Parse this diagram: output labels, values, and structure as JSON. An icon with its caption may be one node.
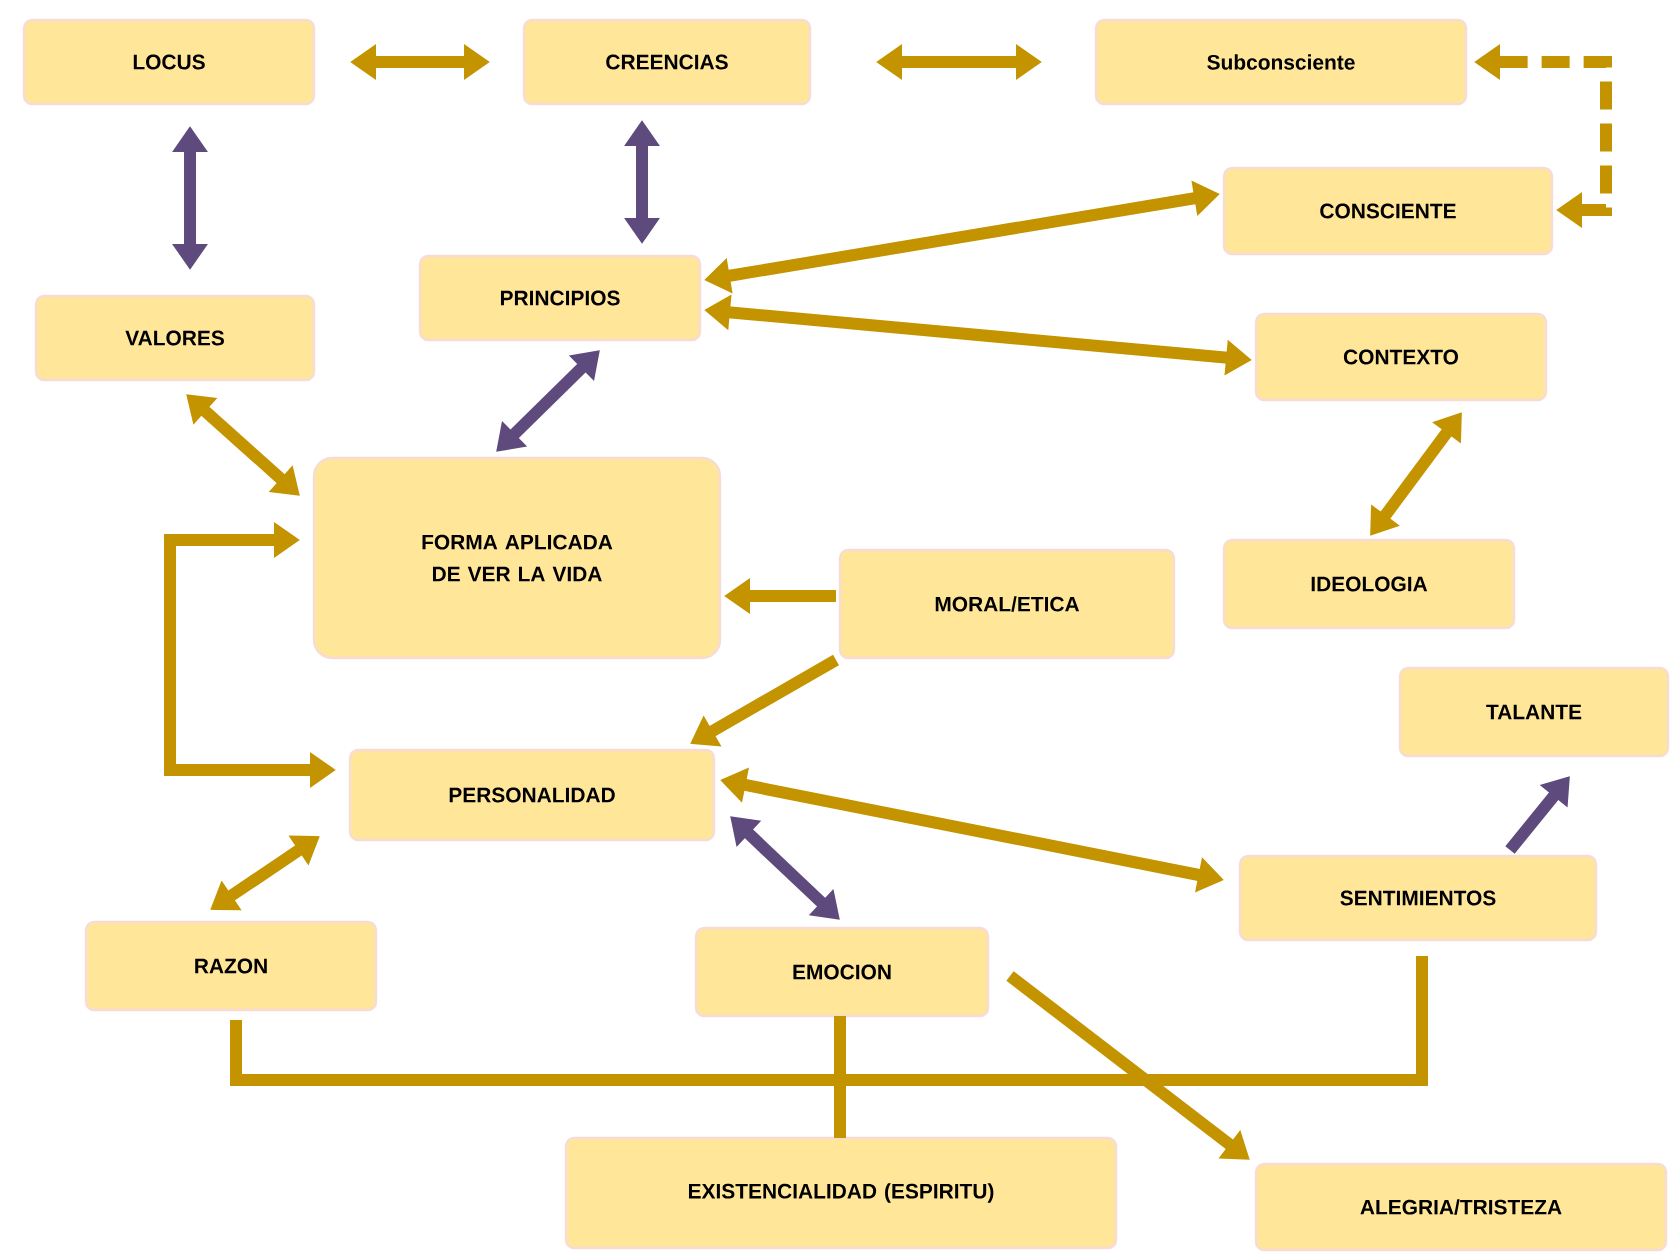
{
  "diagram": {
    "nodes": [
      {
        "text": [
          "LOCUS"
        ]
      },
      {
        "text": [
          "CREENCIAS"
        ]
      },
      {
        "text": [
          "Subconsciente"
        ]
      },
      {
        "text": [
          "CONSCIENTE"
        ]
      },
      {
        "text": [
          "VALORES"
        ]
      },
      {
        "text": [
          "PRINCIPIOS"
        ]
      },
      {
        "text": [
          "CONTEXTO"
        ]
      },
      {
        "text": [
          "FORMA APLICADA DE VER LA VIDA"
        ]
      },
      {
        "text": [
          "MORAL/ETICA"
        ]
      },
      {
        "text": [
          "IDEOLOGIA"
        ]
      },
      {
        "text": [
          "TALANTE"
        ]
      },
      {
        "text": [
          "PERSONALIDAD"
        ]
      },
      {
        "text": [
          "SENTIMIENTOS"
        ]
      },
      {
        "text": [
          "RAZON"
        ]
      },
      {
        "text": [
          "EMOCION"
        ]
      },
      {
        "text": [
          "EXISTENCIALIDAD (ESPIRITU)"
        ]
      },
      {
        "text": [
          "ALEGRIA/TRISTEZA"
        ]
      }
    ],
    "edges": [
      {
        "from": 0,
        "to": 1,
        "arrow": "both"
      },
      {
        "from": 1,
        "to": 2,
        "arrow": "both"
      },
      {
        "from": 0,
        "to": 4,
        "arrow": "both",
        "color": "#5f4a7d"
      },
      {
        "from": 1,
        "to": 5,
        "arrow": "both",
        "color": "#5f4a7d"
      },
      {
        "from": 3,
        "to": 2,
        "arrow": "both",
        "style": "dashed"
      },
      {
        "from": 5,
        "to": 3,
        "arrow": "both"
      },
      {
        "from": 5,
        "to": 6,
        "arrow": "both"
      },
      {
        "from": 4,
        "to": 7,
        "arrow": "both"
      },
      {
        "from": 5,
        "to": 7,
        "arrow": "both",
        "color": "#5f4a7d"
      },
      {
        "from": 6,
        "to": 9,
        "arrow": "both"
      },
      {
        "from": 8,
        "to": 7,
        "arrow": "to"
      },
      {
        "from": 8,
        "to": 11,
        "arrow": "to"
      },
      {
        "from": 7,
        "to": 11,
        "arrow": "both"
      },
      {
        "from": 11,
        "to": 12,
        "arrow": "both"
      },
      {
        "from": 11,
        "to": 13,
        "arrow": "both"
      },
      {
        "from": 11,
        "to": 14,
        "arrow": "both",
        "color": "#5f4a7d"
      },
      {
        "from": 12,
        "to": 10,
        "arrow": "to",
        "color": "#5f4a7d"
      },
      {
        "from": 13,
        "to": 15,
        "arrow": "none"
      },
      {
        "from": 14,
        "to": 15,
        "arrow": "none"
      },
      {
        "from": 12,
        "to": 15,
        "arrow": "none"
      },
      {
        "from": 14,
        "to": 16,
        "arrow": "to"
      }
    ]
  }
}
